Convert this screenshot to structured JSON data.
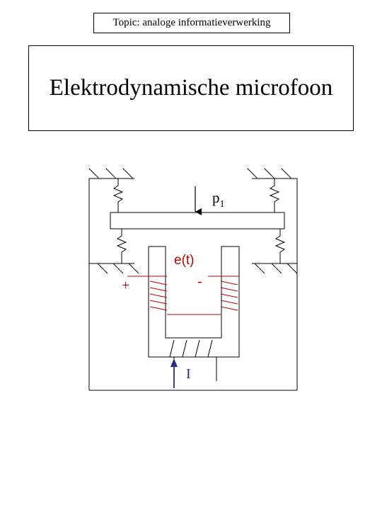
{
  "header": {
    "topic": "Topic: analoge informatieverwerking",
    "title": "Elektrodynamische microfoon"
  },
  "diagram": {
    "labels": {
      "pressure_base": "p",
      "pressure_sub": "1",
      "emf": "e(t)",
      "plus": "+",
      "minus": "-",
      "current": "I"
    },
    "colors": {
      "frame": "#000000",
      "coil": "#c00000",
      "emf_label": "#c00000",
      "current": "#2a2a8a"
    }
  }
}
